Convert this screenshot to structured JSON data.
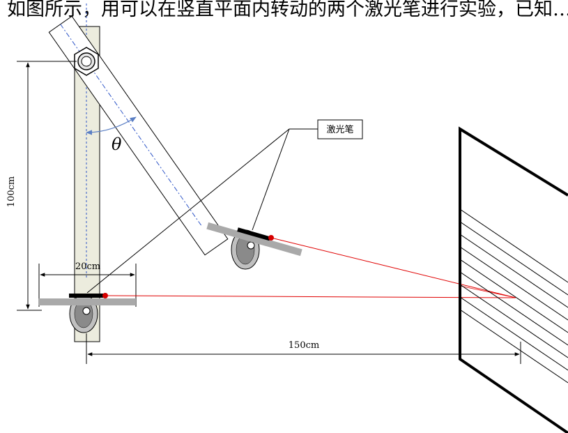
{
  "heading": "如图所示，用可以在竖直平面内转动的两个激光笔进行实验，已知…",
  "labels": {
    "laser_pen": "激光笔",
    "angle": "θ",
    "height": "100cm",
    "width": "20cm",
    "distance": "150cm"
  },
  "colors": {
    "beam": "#e00000",
    "post_fill": "#ececde",
    "arm_fill": "#ffffff",
    "mount": "#a9a9a9",
    "angle_arrow": "#5b7fc4",
    "center_line": "#2e55c7",
    "laser_dot": "#d40000"
  },
  "icons": {
    "pivot": "hex-nut-icon",
    "wheel": "pulley-wheel-icon",
    "arrow": "arrowhead-icon"
  }
}
